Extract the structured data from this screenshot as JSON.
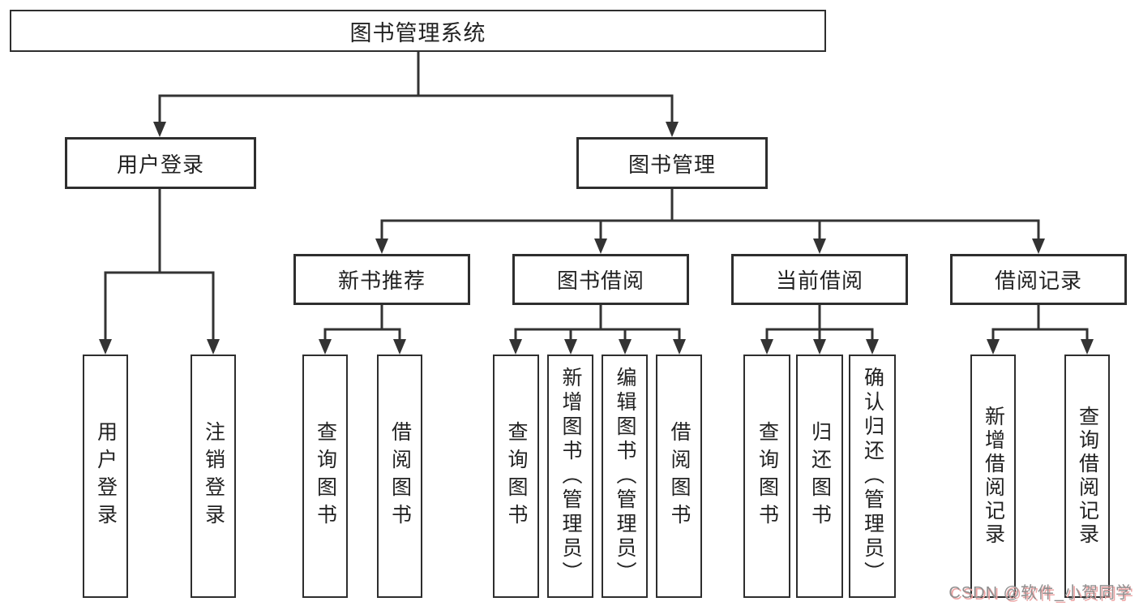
{
  "tree": {
    "label": "图书管理系统",
    "children": [
      {
        "label": "用户登录",
        "children": [
          {
            "label": "用户登录"
          },
          {
            "label": "注销登录"
          }
        ]
      },
      {
        "label": "图书管理",
        "children": [
          {
            "label": "新书推荐",
            "children": [
              {
                "label": "查询图书"
              },
              {
                "label": "借阅图书"
              }
            ]
          },
          {
            "label": "图书借阅",
            "children": [
              {
                "label": "查询图书"
              },
              {
                "label": "新增图书（管理员）"
              },
              {
                "label": "编辑图书（管理员）"
              },
              {
                "label": "借阅图书"
              }
            ]
          },
          {
            "label": "当前借阅",
            "children": [
              {
                "label": "查询图书"
              },
              {
                "label": "归还图书"
              },
              {
                "label": "确认归还（管理员）"
              }
            ]
          },
          {
            "label": "借阅记录",
            "children": [
              {
                "label": "新增借阅记录"
              },
              {
                "label": "查询借阅记录"
              }
            ]
          }
        ]
      }
    ]
  },
  "watermark": {
    "text": "CSDN @软件_小贺同学",
    "text_color": "#8f8f8f",
    "shadow_color": "#eda4a4"
  },
  "colors": {
    "background": "#ffffff",
    "line": "#333333",
    "box_border": "#2e2e2e",
    "box_fill": "#ffffff",
    "text": "#222222"
  }
}
